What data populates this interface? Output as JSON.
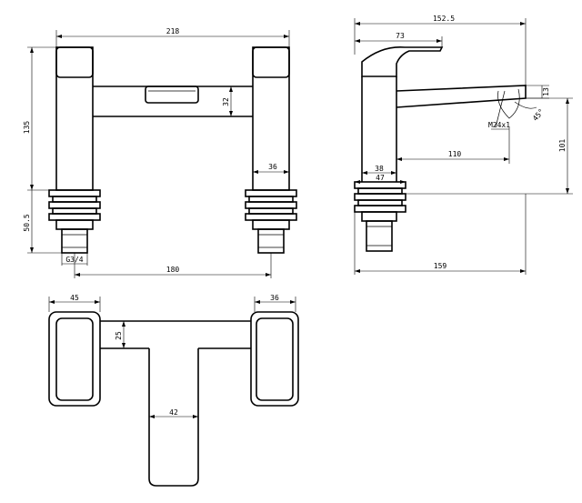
{
  "drawing": {
    "front_view": {
      "overall_width": "218",
      "overall_height": "135",
      "spout_height": "32",
      "body_width": "36",
      "thread_height": "50.5",
      "thread_size": "G3/4",
      "centres": "180"
    },
    "side_view": {
      "overall_depth": "152.5",
      "handle_length": "73",
      "outlet_height": "13",
      "angle": "45°",
      "outlet_thread": "M24x1",
      "spout_reach": "110",
      "total_height": "101",
      "body_depth": "38",
      "base_depth": "47",
      "overall_length": "159"
    },
    "plan_view": {
      "left_handle_width": "45",
      "right_handle_width": "36",
      "bridge_depth": "25",
      "spout_width": "42"
    }
  }
}
